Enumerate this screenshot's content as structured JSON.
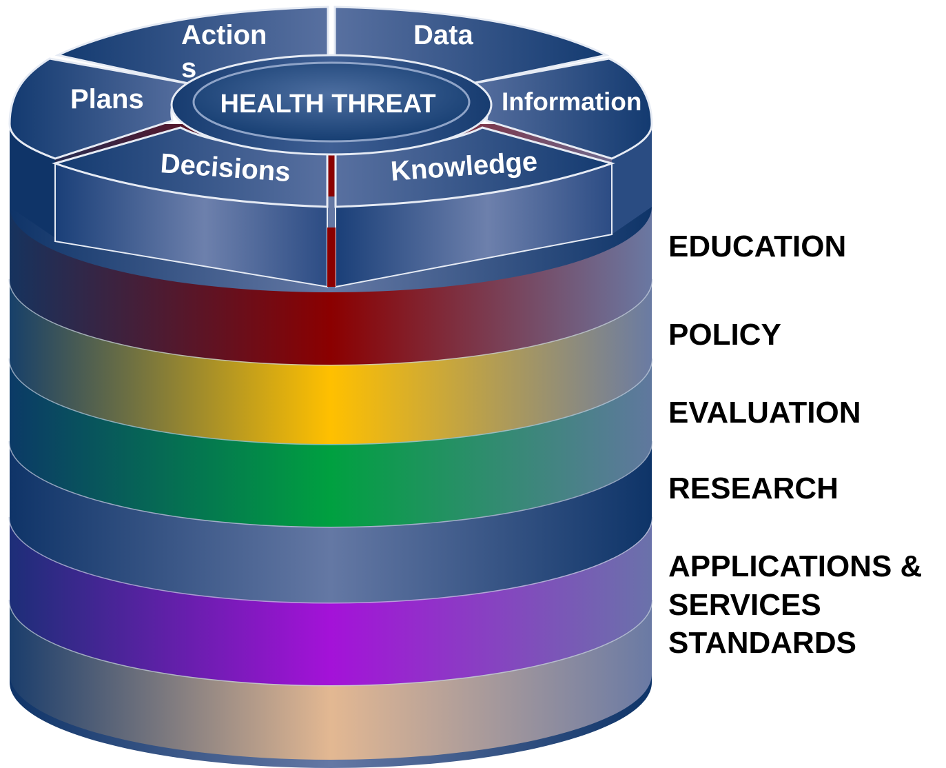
{
  "center_label": "HEALTH THREAT",
  "segments": {
    "actions_line1": "Action",
    "actions_line2": "s",
    "data": "Data",
    "plans": "Plans",
    "information": "Information",
    "decisions": "Decisions",
    "knowledge": "Knowledge"
  },
  "layers": {
    "education": "EDUCATION",
    "policy": "POLICY",
    "evaluation": "EVALUATION",
    "research": "RESEARCH",
    "applications_line1": "APPLICATIONS &",
    "applications_line2": "SERVICES",
    "standards": "STANDARDS"
  },
  "colors": {
    "navy": "#123a72",
    "education_band": "#8b0000",
    "policy_band": "#ffc000",
    "evaluation_band": "#00a040",
    "applications_band": "#a010d0",
    "standards_band": "#e0b890"
  }
}
